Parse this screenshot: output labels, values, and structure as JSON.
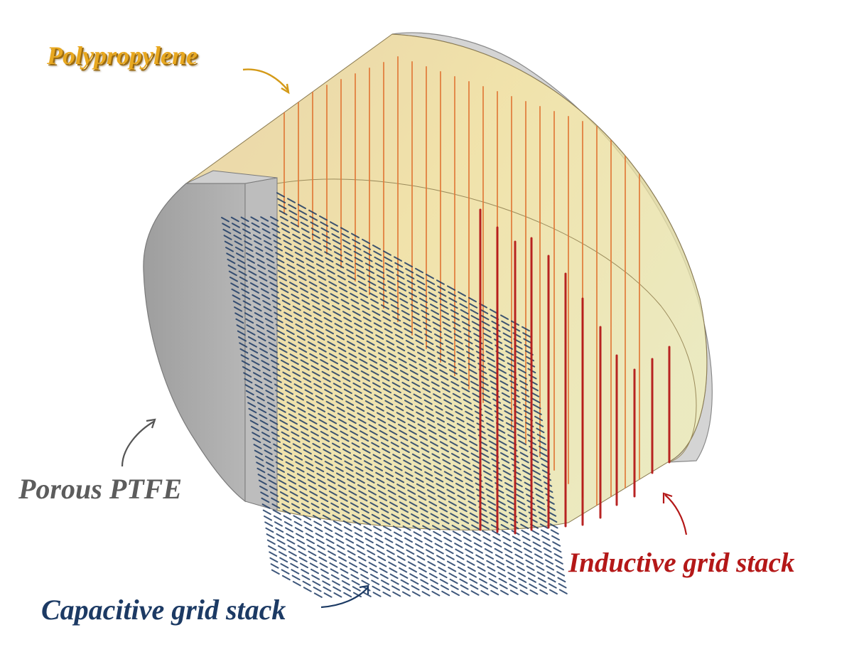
{
  "labels": {
    "polypropylene": "Polypropylene",
    "porous_ptfe": "Porous PTFE",
    "inductive_grid_stack": "Inductive grid stack",
    "capacitive_grid_stack": "Capacitive grid stack"
  },
  "colors": {
    "polypropylene_label": "#e8a820",
    "polypropylene_fill": "#e6cf88",
    "ptfe_gray": "#a8a8a8",
    "rim_gray": "#d2d2d2",
    "inductive_red": "#b41818",
    "inductive_orange": "#e07a3a",
    "capacitive_blue": "#1c3a64",
    "ptfe_label": "#5c5c5c"
  }
}
